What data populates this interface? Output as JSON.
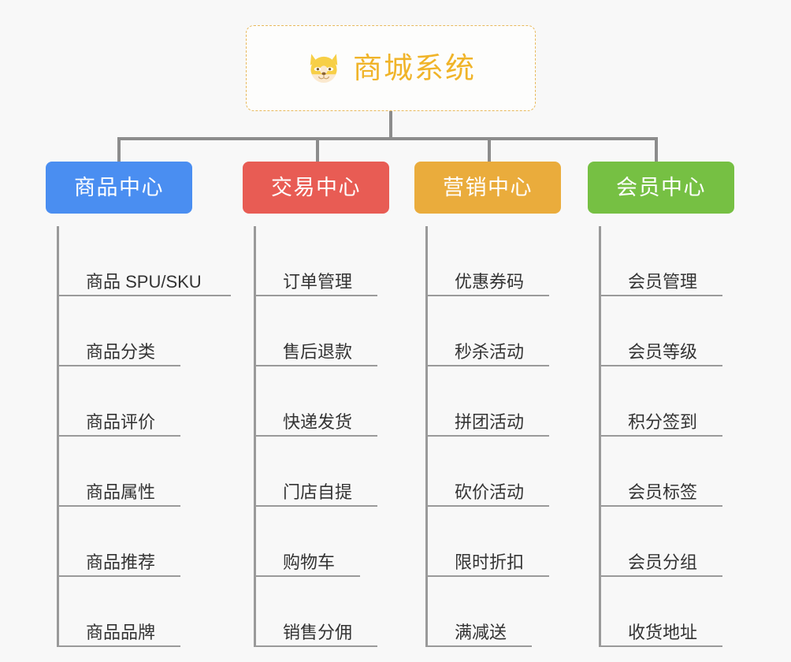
{
  "diagram": {
    "title": "商城系统",
    "root_icon": "shiba-dog-icon",
    "accent_color": "#f0b429",
    "background_color": "#f8f8f8",
    "connector_color": "#8c8c8c",
    "branches": [
      {
        "label": "商品中心",
        "color": "#4a8ef1",
        "items": [
          "商品 SPU/SKU",
          "商品分类",
          "商品评价",
          "商品属性",
          "商品推荐",
          "商品品牌"
        ]
      },
      {
        "label": "交易中心",
        "color": "#e85c54",
        "items": [
          "订单管理",
          "售后退款",
          "快递发货",
          "门店自提",
          "购物车",
          "销售分佣"
        ]
      },
      {
        "label": "营销中心",
        "color": "#eaac3c",
        "items": [
          "优惠券码",
          "秒杀活动",
          "拼团活动",
          "砍价活动",
          "限时折扣",
          "满减送"
        ]
      },
      {
        "label": "会员中心",
        "color": "#76c043",
        "items": [
          "会员管理",
          "会员等级",
          "积分签到",
          "会员标签",
          "会员分组",
          "收货地址"
        ]
      }
    ]
  }
}
